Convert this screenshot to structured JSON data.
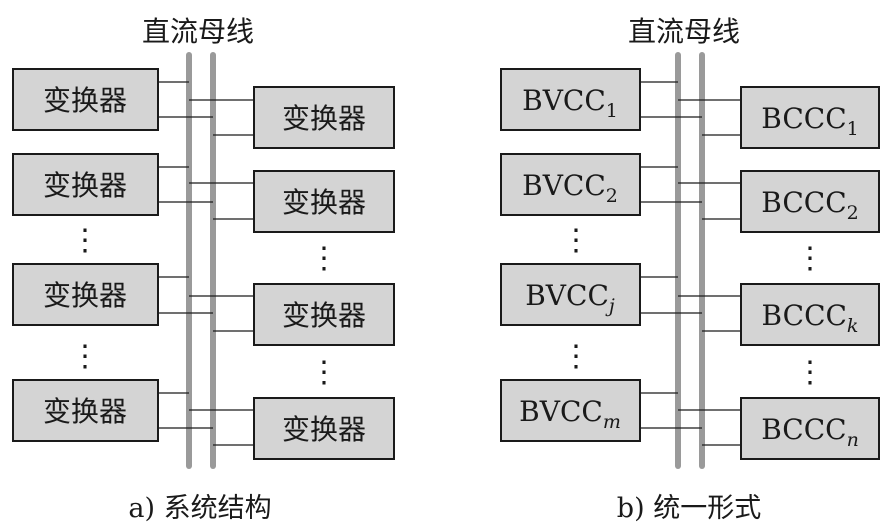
{
  "panel_a": {
    "bus_label": "直流母线",
    "caption": "a) 系统结构",
    "left_boxes": [
      "变换器",
      "变换器",
      "变换器",
      "变换器"
    ],
    "right_boxes": [
      "变换器",
      "变换器",
      "变换器",
      "变换器"
    ]
  },
  "panel_b": {
    "bus_label": "直流母线",
    "caption": "b) 统一形式",
    "left_boxes": [
      {
        "base": "BVCC",
        "sub": "1"
      },
      {
        "base": "BVCC",
        "sub": "2"
      },
      {
        "base": "BVCC",
        "sub": "j"
      },
      {
        "base": "BVCC",
        "sub": "m"
      }
    ],
    "right_boxes": [
      {
        "base": "BCCC",
        "sub": "1"
      },
      {
        "base": "BCCC",
        "sub": "2"
      },
      {
        "base": "BCCC",
        "sub": "k"
      },
      {
        "base": "BCCC",
        "sub": "n"
      }
    ]
  },
  "ellipsis": "⋮"
}
